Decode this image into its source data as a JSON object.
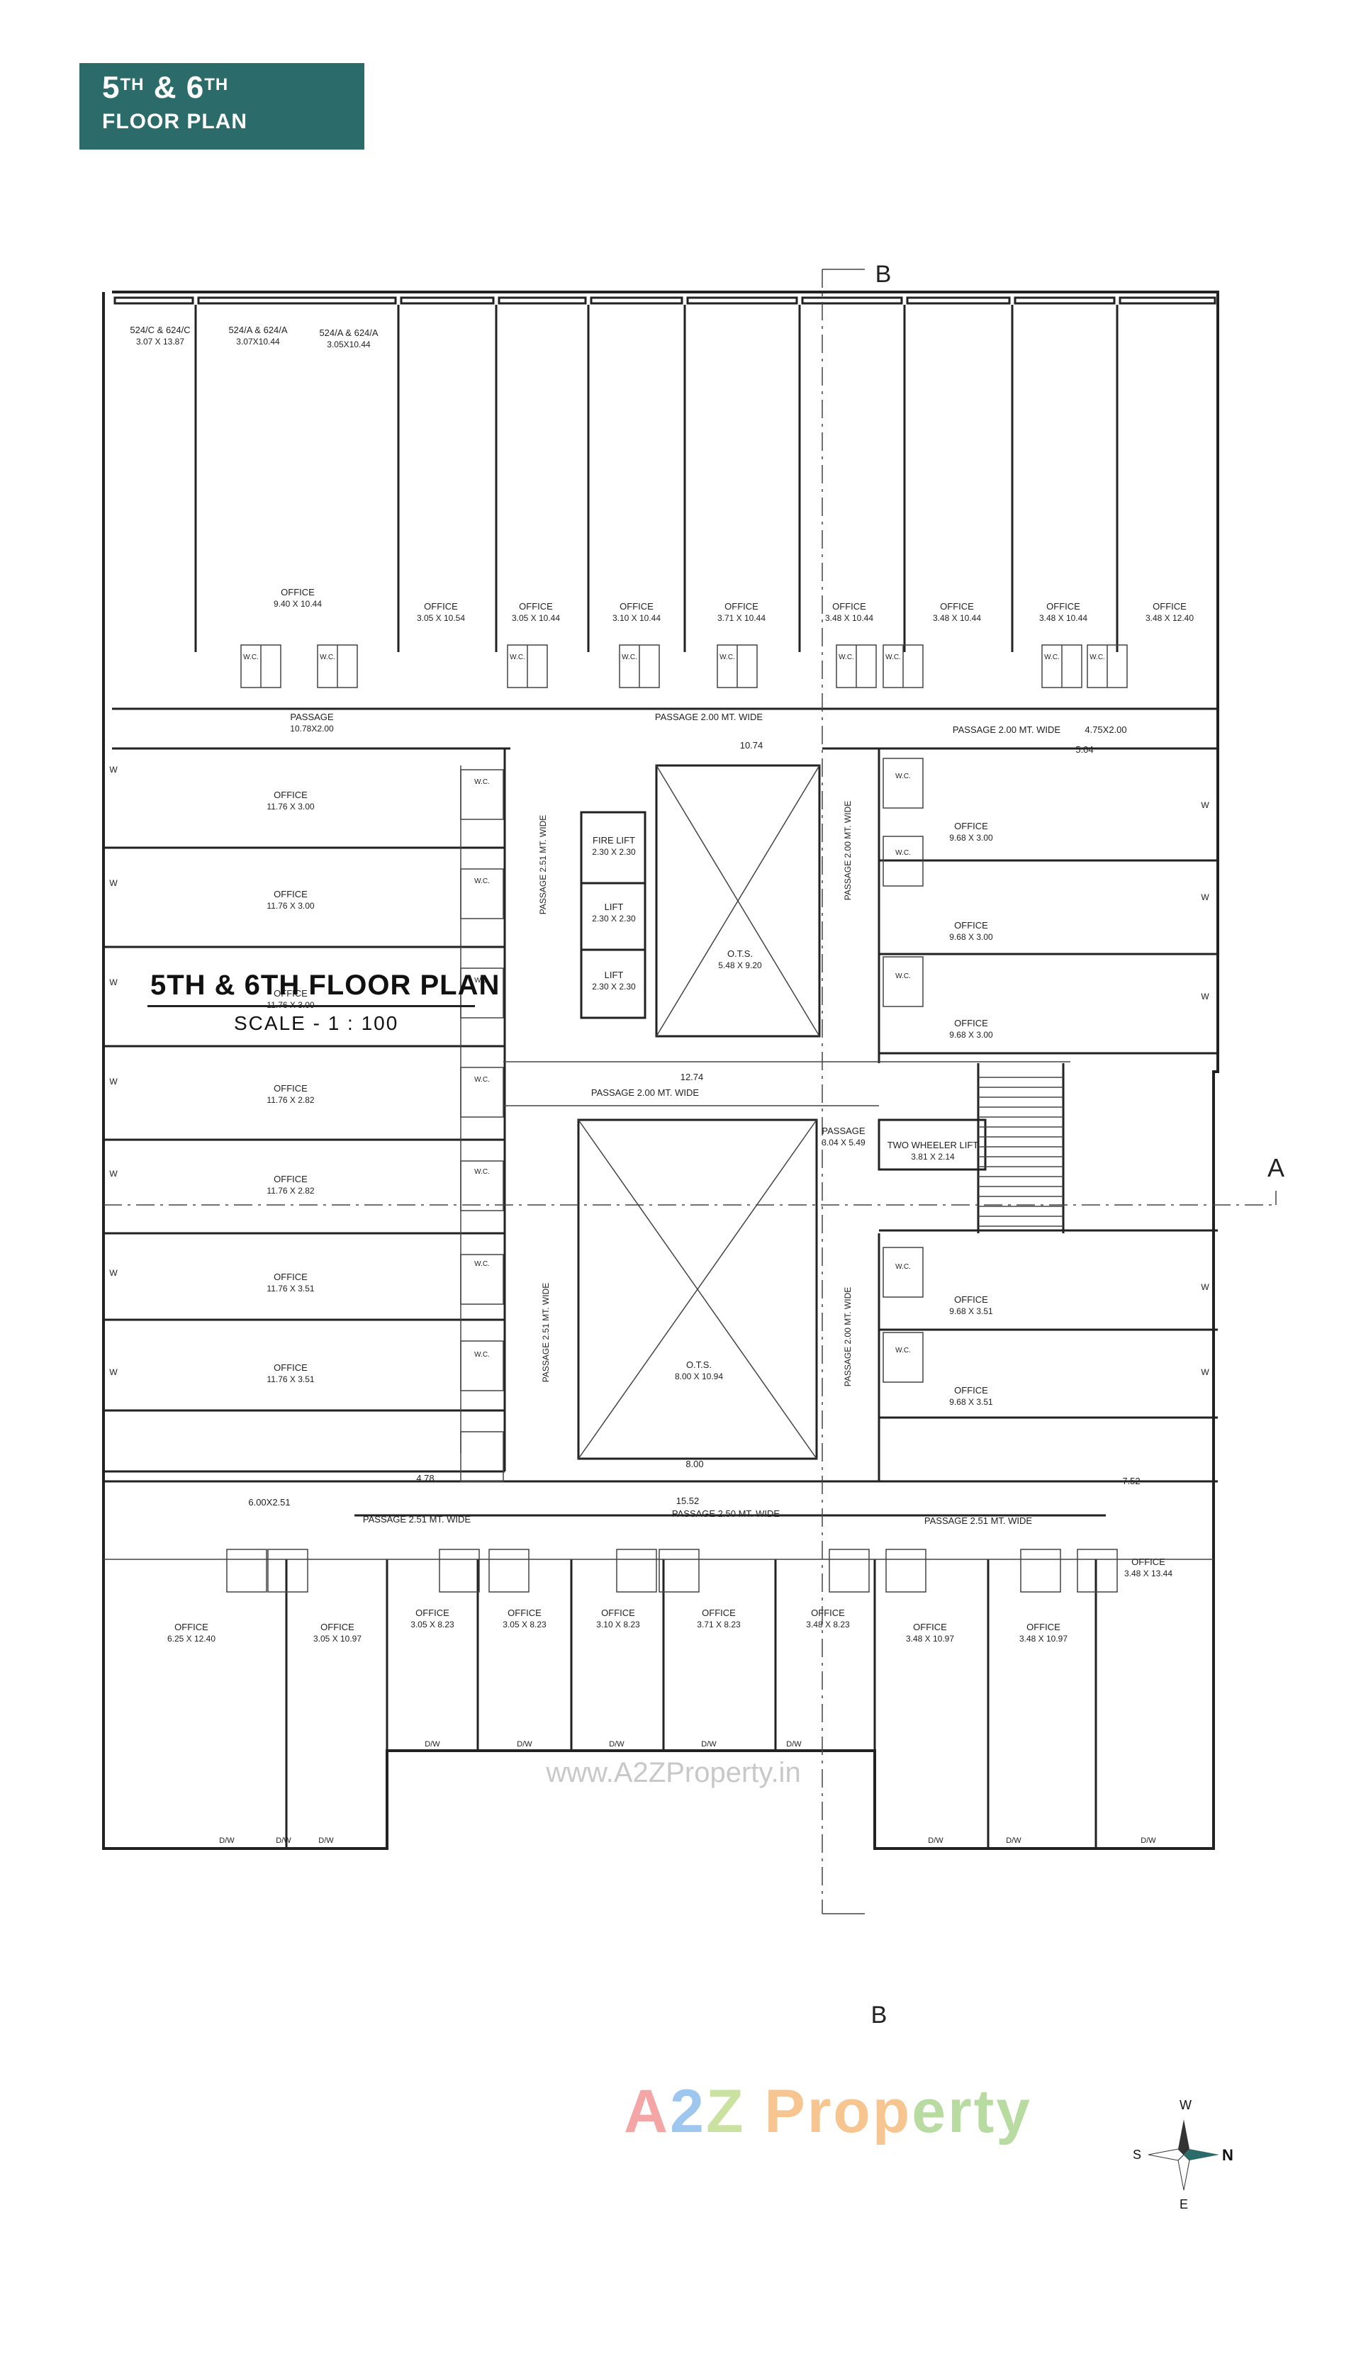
{
  "header": {
    "line1_main": "5",
    "line1_sup1": "TH",
    "line1_mid": " & 6",
    "line1_sup2": "TH",
    "line2": "FLOOR PLAN"
  },
  "plan": {
    "title": "5TH & 6TH FLOOR PLAN",
    "scale": "SCALE - 1 : 100",
    "section_b": "B",
    "section_a": "A",
    "watermark": "www.A2ZProperty.in",
    "labels": [
      {
        "k": "o1",
        "t": "OFFICE",
        "s": "9.40 X 10.44"
      },
      {
        "k": "o2",
        "t": "OFFICE",
        "s": "3.05 X 10.54"
      },
      {
        "k": "o3",
        "t": "OFFICE",
        "s": "3.05 X 10.44"
      },
      {
        "k": "o4",
        "t": "OFFICE",
        "s": "3.10 X 10.44"
      },
      {
        "k": "o5",
        "t": "OFFICE",
        "s": "3.71 X 10.44"
      },
      {
        "k": "o6",
        "t": "OFFICE",
        "s": "3.48 X 10.44"
      },
      {
        "k": "o7",
        "t": "OFFICE",
        "s": "3.48 X 10.44"
      },
      {
        "k": "o8",
        "t": "OFFICE",
        "s": "3.48 X 10.44"
      },
      {
        "k": "o9",
        "t": "OFFICE",
        "s": "3.48 X 12.40"
      },
      {
        "k": "l1",
        "t": "524/C & 624/C",
        "s": "3.07 X 13.87"
      },
      {
        "k": "l2",
        "t": "524/A & 624/A",
        "s": "3.07X10.44"
      },
      {
        "k": "l3",
        "t": "524/A & 624/A",
        "s": "3.05X10.44"
      },
      {
        "k": "p1",
        "t": "PASSAGE",
        "s": "10.78X2.00"
      },
      {
        "k": "p2",
        "t": "PASSAGE 2.00 MT. WIDE",
        "s": ""
      },
      {
        "k": "p3",
        "t": "PASSAGE 2.00 MT. WIDE",
        "s": ""
      },
      {
        "k": "p4",
        "t": "PASSAGE 2.00 MT. WIDE",
        "s": ""
      },
      {
        "k": "d1",
        "t": "4.75X2.00",
        "s": ""
      },
      {
        "k": "w1",
        "t": "OFFICE",
        "s": "11.76 X 3.00"
      },
      {
        "k": "w2",
        "t": "OFFICE",
        "s": "11.76 X 3.00"
      },
      {
        "k": "w3",
        "t": "OFFICE",
        "s": "11.76 X 3.00"
      },
      {
        "k": "w4",
        "t": "OFFICE",
        "s": "11.76 X 2.82"
      },
      {
        "k": "w5",
        "t": "OFFICE",
        "s": "11.76 X 2.82"
      },
      {
        "k": "w6",
        "t": "OFFICE",
        "s": "11.76 X 3.51"
      },
      {
        "k": "w7",
        "t": "OFFICE",
        "s": "11.76 X 3.51"
      },
      {
        "k": "e1",
        "t": "OFFICE",
        "s": "9.68 X 3.00"
      },
      {
        "k": "e2",
        "t": "OFFICE",
        "s": "9.68 X 3.00"
      },
      {
        "k": "e3",
        "t": "OFFICE",
        "s": "9.68 X 3.00"
      },
      {
        "k": "e4",
        "t": "OFFICE",
        "s": "9.68 X 3.51"
      },
      {
        "k": "e5",
        "t": "OFFICE",
        "s": "9.68 X 3.51"
      },
      {
        "k": "fl",
        "t": "FIRE LIFT",
        "s": "2.30 X 2.30"
      },
      {
        "k": "lf1",
        "t": "LIFT",
        "s": "2.30 X 2.30"
      },
      {
        "k": "lf2",
        "t": "LIFT",
        "s": "2.30 X 2.30"
      },
      {
        "k": "ots1",
        "t": "O.T.S.",
        "s": "5.48 X 9.20"
      },
      {
        "k": "ots2",
        "t": "O.T.S.",
        "s": "8.00 X 10.94"
      },
      {
        "k": "tw",
        "t": "TWO WHEELER LIFT",
        "s": "3.81 X 2.14"
      },
      {
        "k": "cp",
        "t": "PASSAGE",
        "s": "3.04 X 5.49"
      },
      {
        "k": "p5",
        "t": "PASSAGE 2.51 MT. WIDE",
        "s": ""
      },
      {
        "k": "p6",
        "t": "PASSAGE 2.50 MT. WIDE",
        "s": ""
      },
      {
        "k": "p7",
        "t": "PASSAGE 2.51 MT. WIDE",
        "s": ""
      },
      {
        "k": "d2",
        "t": "6.00X2.51",
        "s": ""
      },
      {
        "k": "b1",
        "t": "OFFICE",
        "s": "6.25 X 12.40"
      },
      {
        "k": "b2",
        "t": "OFFICE",
        "s": "3.05 X 10.97"
      },
      {
        "k": "b3",
        "t": "OFFICE",
        "s": "3.05 X 8.23"
      },
      {
        "k": "b4",
        "t": "OFFICE",
        "s": "3.05 X 8.23"
      },
      {
        "k": "b5",
        "t": "OFFICE",
        "s": "3.10 X 8.23"
      },
      {
        "k": "b6",
        "t": "OFFICE",
        "s": "3.71 X 8.23"
      },
      {
        "k": "b7",
        "t": "OFFICE",
        "s": "3.48 X 8.23"
      },
      {
        "k": "b8",
        "t": "OFFICE",
        "s": "3.48 X 10.97"
      },
      {
        "k": "b9",
        "t": "OFFICE",
        "s": "3.48 X 10.97"
      },
      {
        "k": "b10",
        "t": "OFFICE",
        "s": "3.48 X 13.44"
      },
      {
        "k": "dm1",
        "t": "10.74",
        "s": ""
      },
      {
        "k": "dm2",
        "t": "12.74",
        "s": ""
      },
      {
        "k": "dm3",
        "t": "15.52",
        "s": ""
      },
      {
        "k": "dm4",
        "t": "5.04",
        "s": ""
      },
      {
        "k": "dm5",
        "t": "4.78",
        "s": ""
      },
      {
        "k": "dm6",
        "t": "7.52",
        "s": ""
      },
      {
        "k": "dm7",
        "t": "8.00",
        "s": ""
      },
      {
        "k": "pv1",
        "t": "PASSAGE 2.51 MT. WIDE",
        "s": ""
      },
      {
        "k": "pv2",
        "t": "PASSAGE 2.51 MT. WIDE",
        "s": ""
      },
      {
        "k": "pv3",
        "t": "PASSAGE 2.00 MT. WIDE",
        "s": ""
      },
      {
        "k": "pv4",
        "t": "PASSAGE 2.00 MT. WIDE",
        "s": ""
      }
    ],
    "wc_label": "W.C.",
    "ots_label": "O.T.S.",
    "door_label": "D/W",
    "wall_mark": "W"
  },
  "brand": {
    "p1": "A",
    "p2": "2",
    "p3": "Z",
    "p4": " Prop",
    "p5": "erty"
  },
  "compass": {
    "n": "N",
    "s": "S",
    "e": "E",
    "w": "W"
  }
}
